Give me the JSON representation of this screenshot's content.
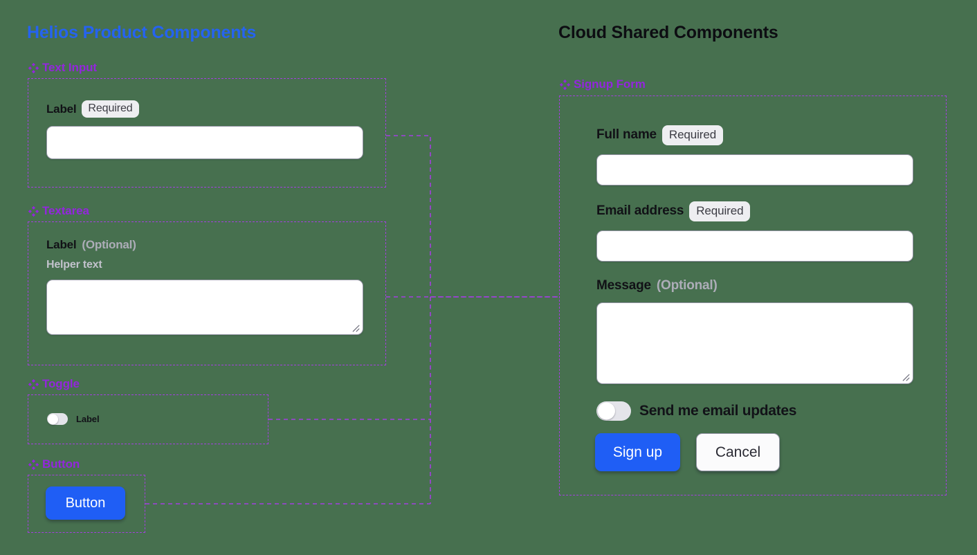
{
  "canvas": {
    "background": "#47704f",
    "accent_blue": "#2563f0",
    "accent_purple": "#9326dd",
    "frame_stroke": "#a43fe0",
    "primary_button": "#1f5ef5"
  },
  "columns": {
    "left": {
      "title": "Helios Product Components"
    },
    "right": {
      "title": "Cloud Shared Components"
    }
  },
  "left_frames": [
    {
      "icon": "component-diamond-icon",
      "name": "Text Input",
      "label": "Label",
      "badge": "Required"
    },
    {
      "icon": "component-diamond-icon",
      "name": "Textarea",
      "label": "Label",
      "optional": "(Optional)",
      "helper": "Helper text"
    },
    {
      "icon": "component-diamond-icon",
      "name": "Toggle",
      "label": "Label"
    },
    {
      "icon": "component-diamond-icon",
      "name": "Button",
      "label": "Button"
    }
  ],
  "signup_form": {
    "icon": "component-diamond-icon",
    "name": "Signup Form",
    "fields": [
      {
        "label": "Full name",
        "badge": "Required"
      },
      {
        "label": "Email address",
        "badge": "Required"
      },
      {
        "label": "Message",
        "optional": "(Optional)"
      }
    ],
    "toggle": {
      "label": "Send me email updates",
      "state": "off"
    },
    "actions": {
      "primary": "Sign up",
      "secondary": "Cancel"
    }
  }
}
